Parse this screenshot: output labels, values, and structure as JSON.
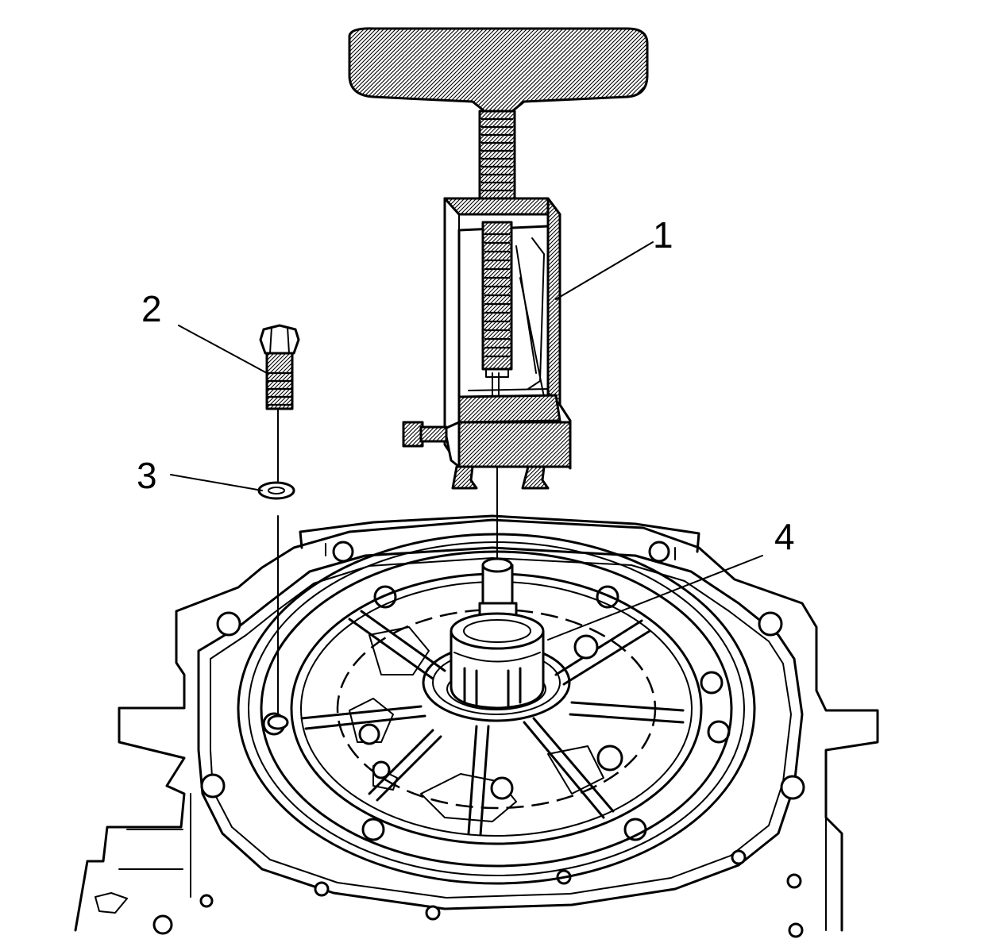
{
  "figure": {
    "callouts": [
      {
        "id": "1",
        "label": "1"
      },
      {
        "id": "2",
        "label": "2"
      },
      {
        "id": "3",
        "label": "3"
      },
      {
        "id": "4",
        "label": "4"
      }
    ],
    "parts": {
      "1": "puller-tool",
      "2": "bolt",
      "3": "washer",
      "4": "bearing-on-shaft"
    }
  }
}
